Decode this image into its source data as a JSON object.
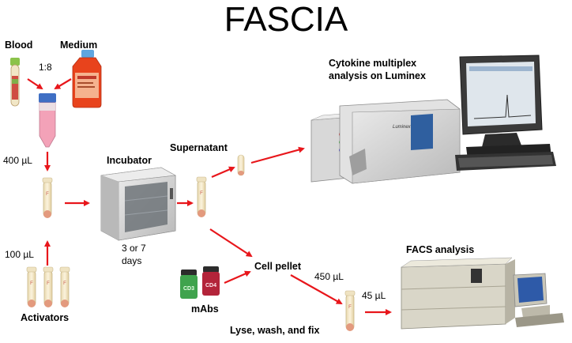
{
  "title": "FASCIA",
  "labels": {
    "blood": "Blood",
    "medium": "Medium",
    "ratio": "1:8",
    "vol_400": "400 µL",
    "vol_100": "100 µL",
    "activators": "Activators",
    "incubator": "Incubator",
    "days_1": "3 or 7",
    "days_2": "days",
    "supernatant": "Supernatant",
    "cytokine_1": "Cytokine multiplex",
    "cytokine_2": "analysis on Luminex",
    "cell_pellet": "Cell pellet",
    "mabs": "mAbs",
    "vol_450": "450 µL",
    "vol_45": "45 µL",
    "lyse": "Lyse, wash, and fix",
    "facs": "FACS analysis"
  },
  "bottle_labels": {
    "luminex_brand": "Luminex",
    "mab_green": "CD3",
    "mab_red": "CD4"
  },
  "colors": {
    "arrow": "#e8161b",
    "tube_body": "#f4e7c4",
    "tube_cap": "#e39a7e",
    "falcon_fill": "#f3a2b8",
    "falcon_cap": "#3f6fc4",
    "blood_tube_cap": "#8bc34a",
    "medium_bottle": "#e8431c",
    "mab_green": "#3fa34d",
    "mab_red": "#b3243a",
    "instrument": "#d8d8d8",
    "monitor_frame": "#2b2b2b"
  }
}
